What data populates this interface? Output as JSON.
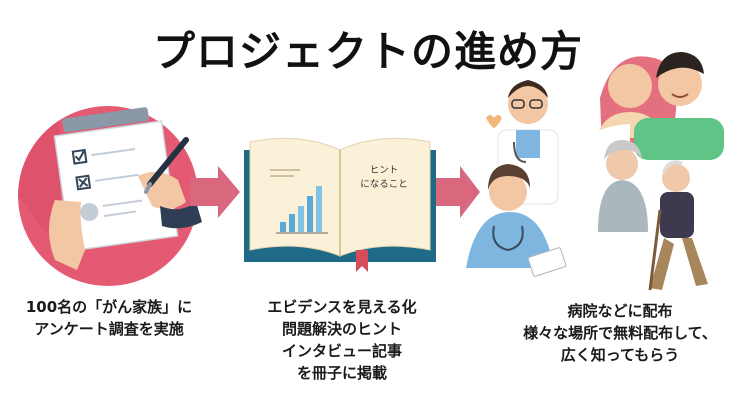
{
  "title": "プロジェクトの進め方",
  "book_hint": [
    "ヒント",
    "になること"
  ],
  "steps": [
    {
      "lines": [
        "100名の「がん家族」に",
        "アンケート調査を実施"
      ]
    },
    {
      "lines": [
        "エビデンスを見える化",
        "問題解決のヒント",
        "インタビュー記事",
        "を冊子に掲載"
      ]
    },
    {
      "lines": [
        "病院などに配布",
        "様々な場所で無料配布して、",
        "広く知ってもらう"
      ]
    }
  ],
  "colors": {
    "accent": "#e35a72",
    "arrow": "#d9687f",
    "book_cover": "#1f6a87",
    "pages": "#fbf1d8"
  }
}
